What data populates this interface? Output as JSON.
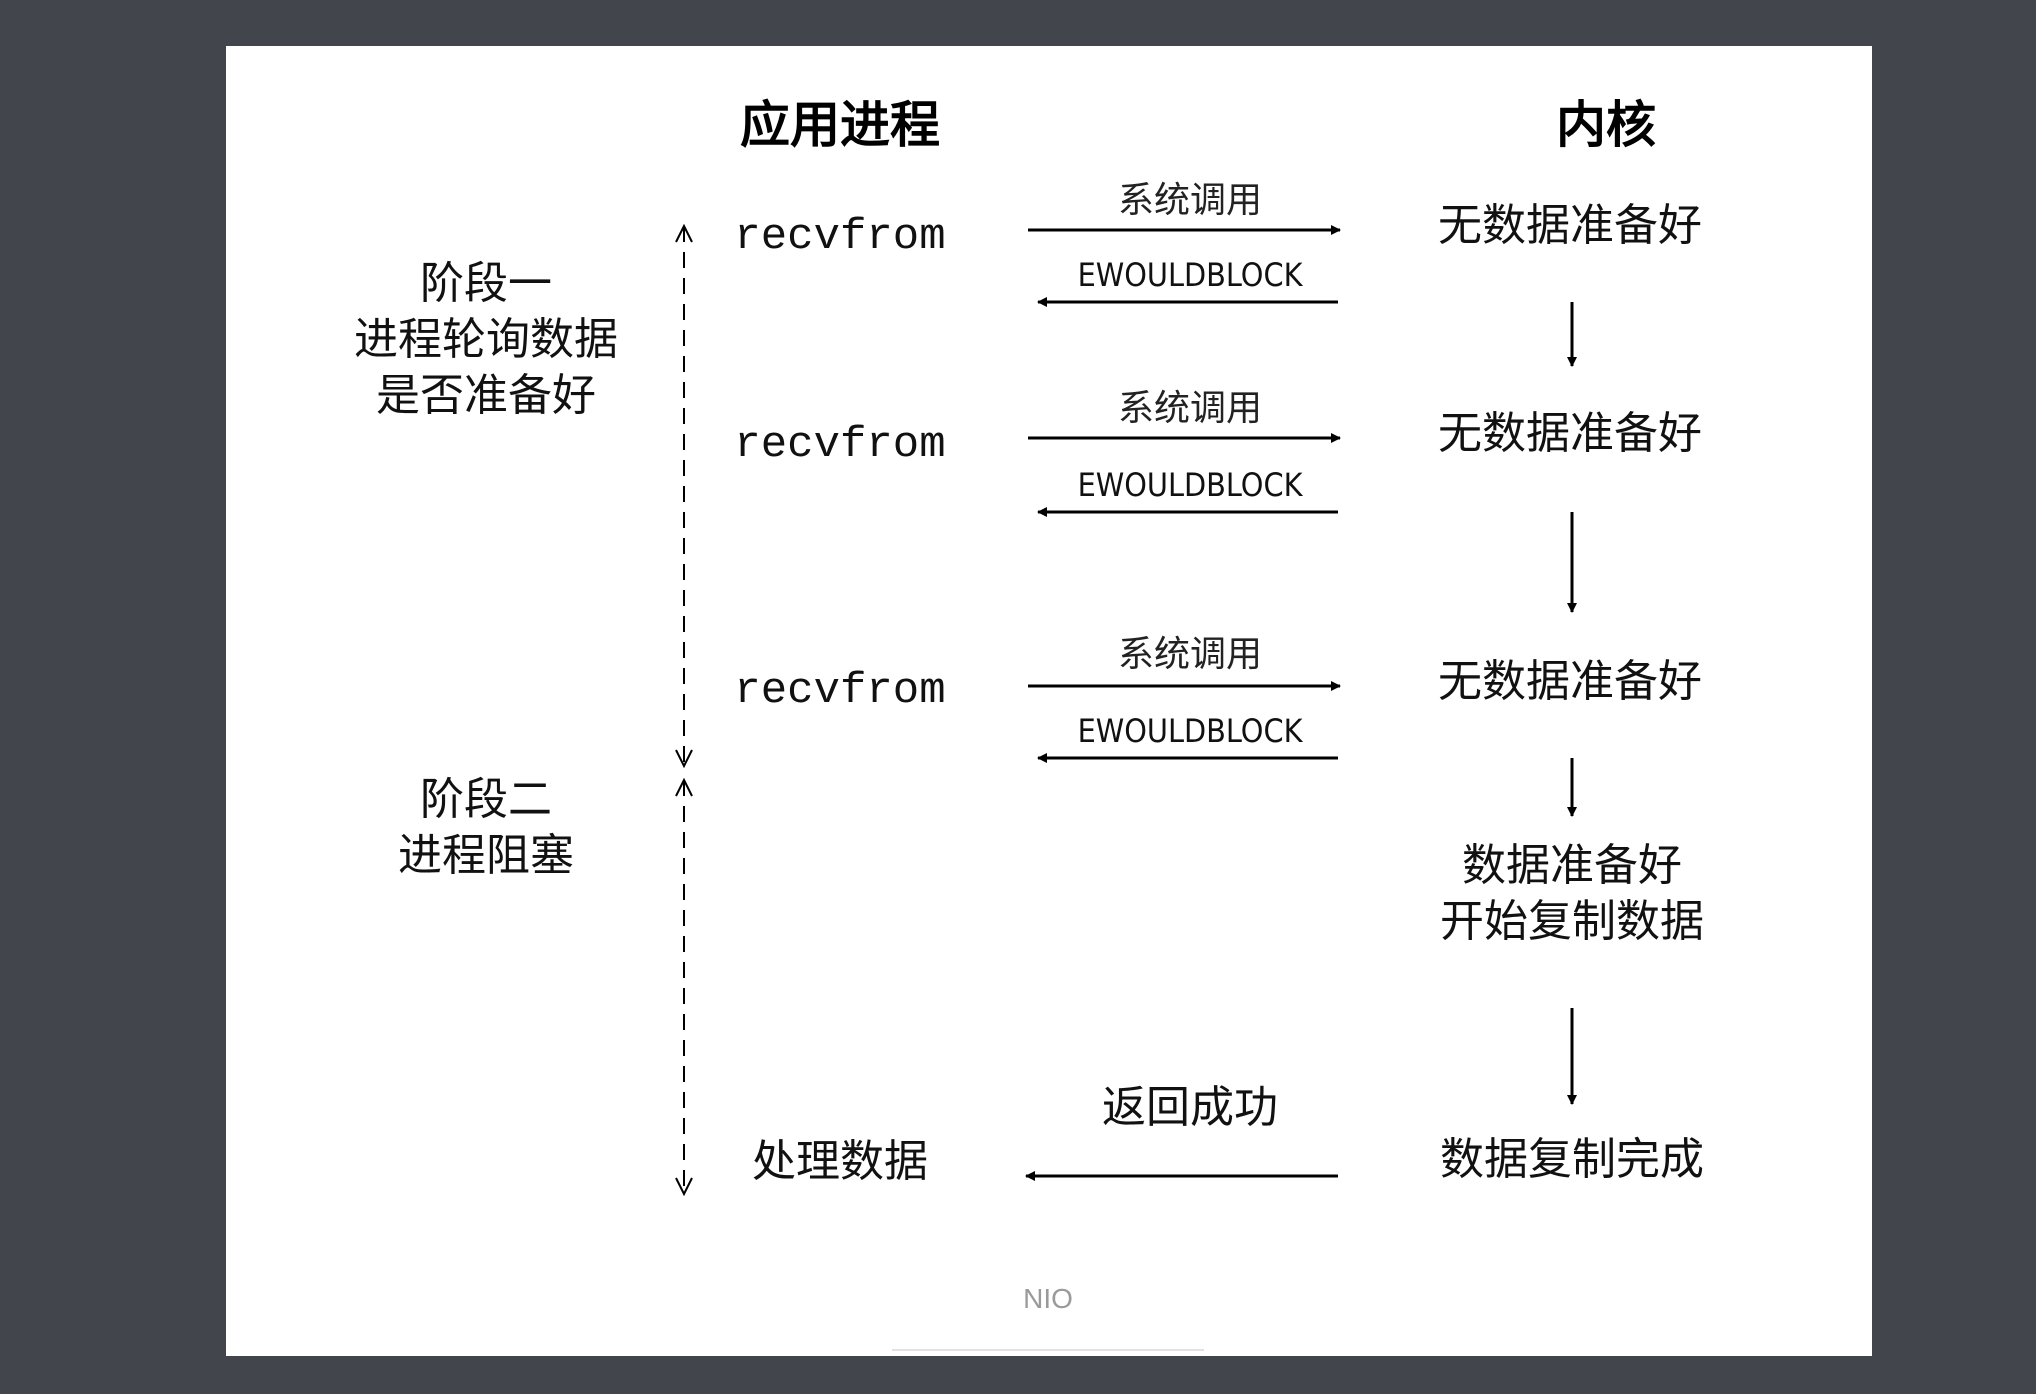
{
  "headers": {
    "app": "应用进程",
    "kernel": "内核"
  },
  "phases": {
    "one": [
      "阶段一",
      "进程轮询数据",
      "是否准备好"
    ],
    "two": [
      "阶段二",
      "进程阻塞"
    ]
  },
  "rounds": [
    {
      "call": "recvfrom",
      "request": "系统调用",
      "reply": "EWOULDBLOCK",
      "kernel_state": "无数据准备好"
    },
    {
      "call": "recvfrom",
      "request": "系统调用",
      "reply": "EWOULDBLOCK",
      "kernel_state": "无数据准备好"
    },
    {
      "call": "recvfrom",
      "request": "系统调用",
      "reply": "EWOULDBLOCK",
      "kernel_state": "无数据准备好"
    }
  ],
  "kernel_ready": [
    "数据准备好",
    "开始复制数据"
  ],
  "final": {
    "kernel_state": "数据复制完成",
    "reply": "返回成功",
    "app_action": "处理数据"
  },
  "caption": "NIO",
  "colors": {
    "background": "#43454d",
    "card": "#ffffff",
    "ink": "#111111",
    "caption": "#9a9a9a"
  }
}
